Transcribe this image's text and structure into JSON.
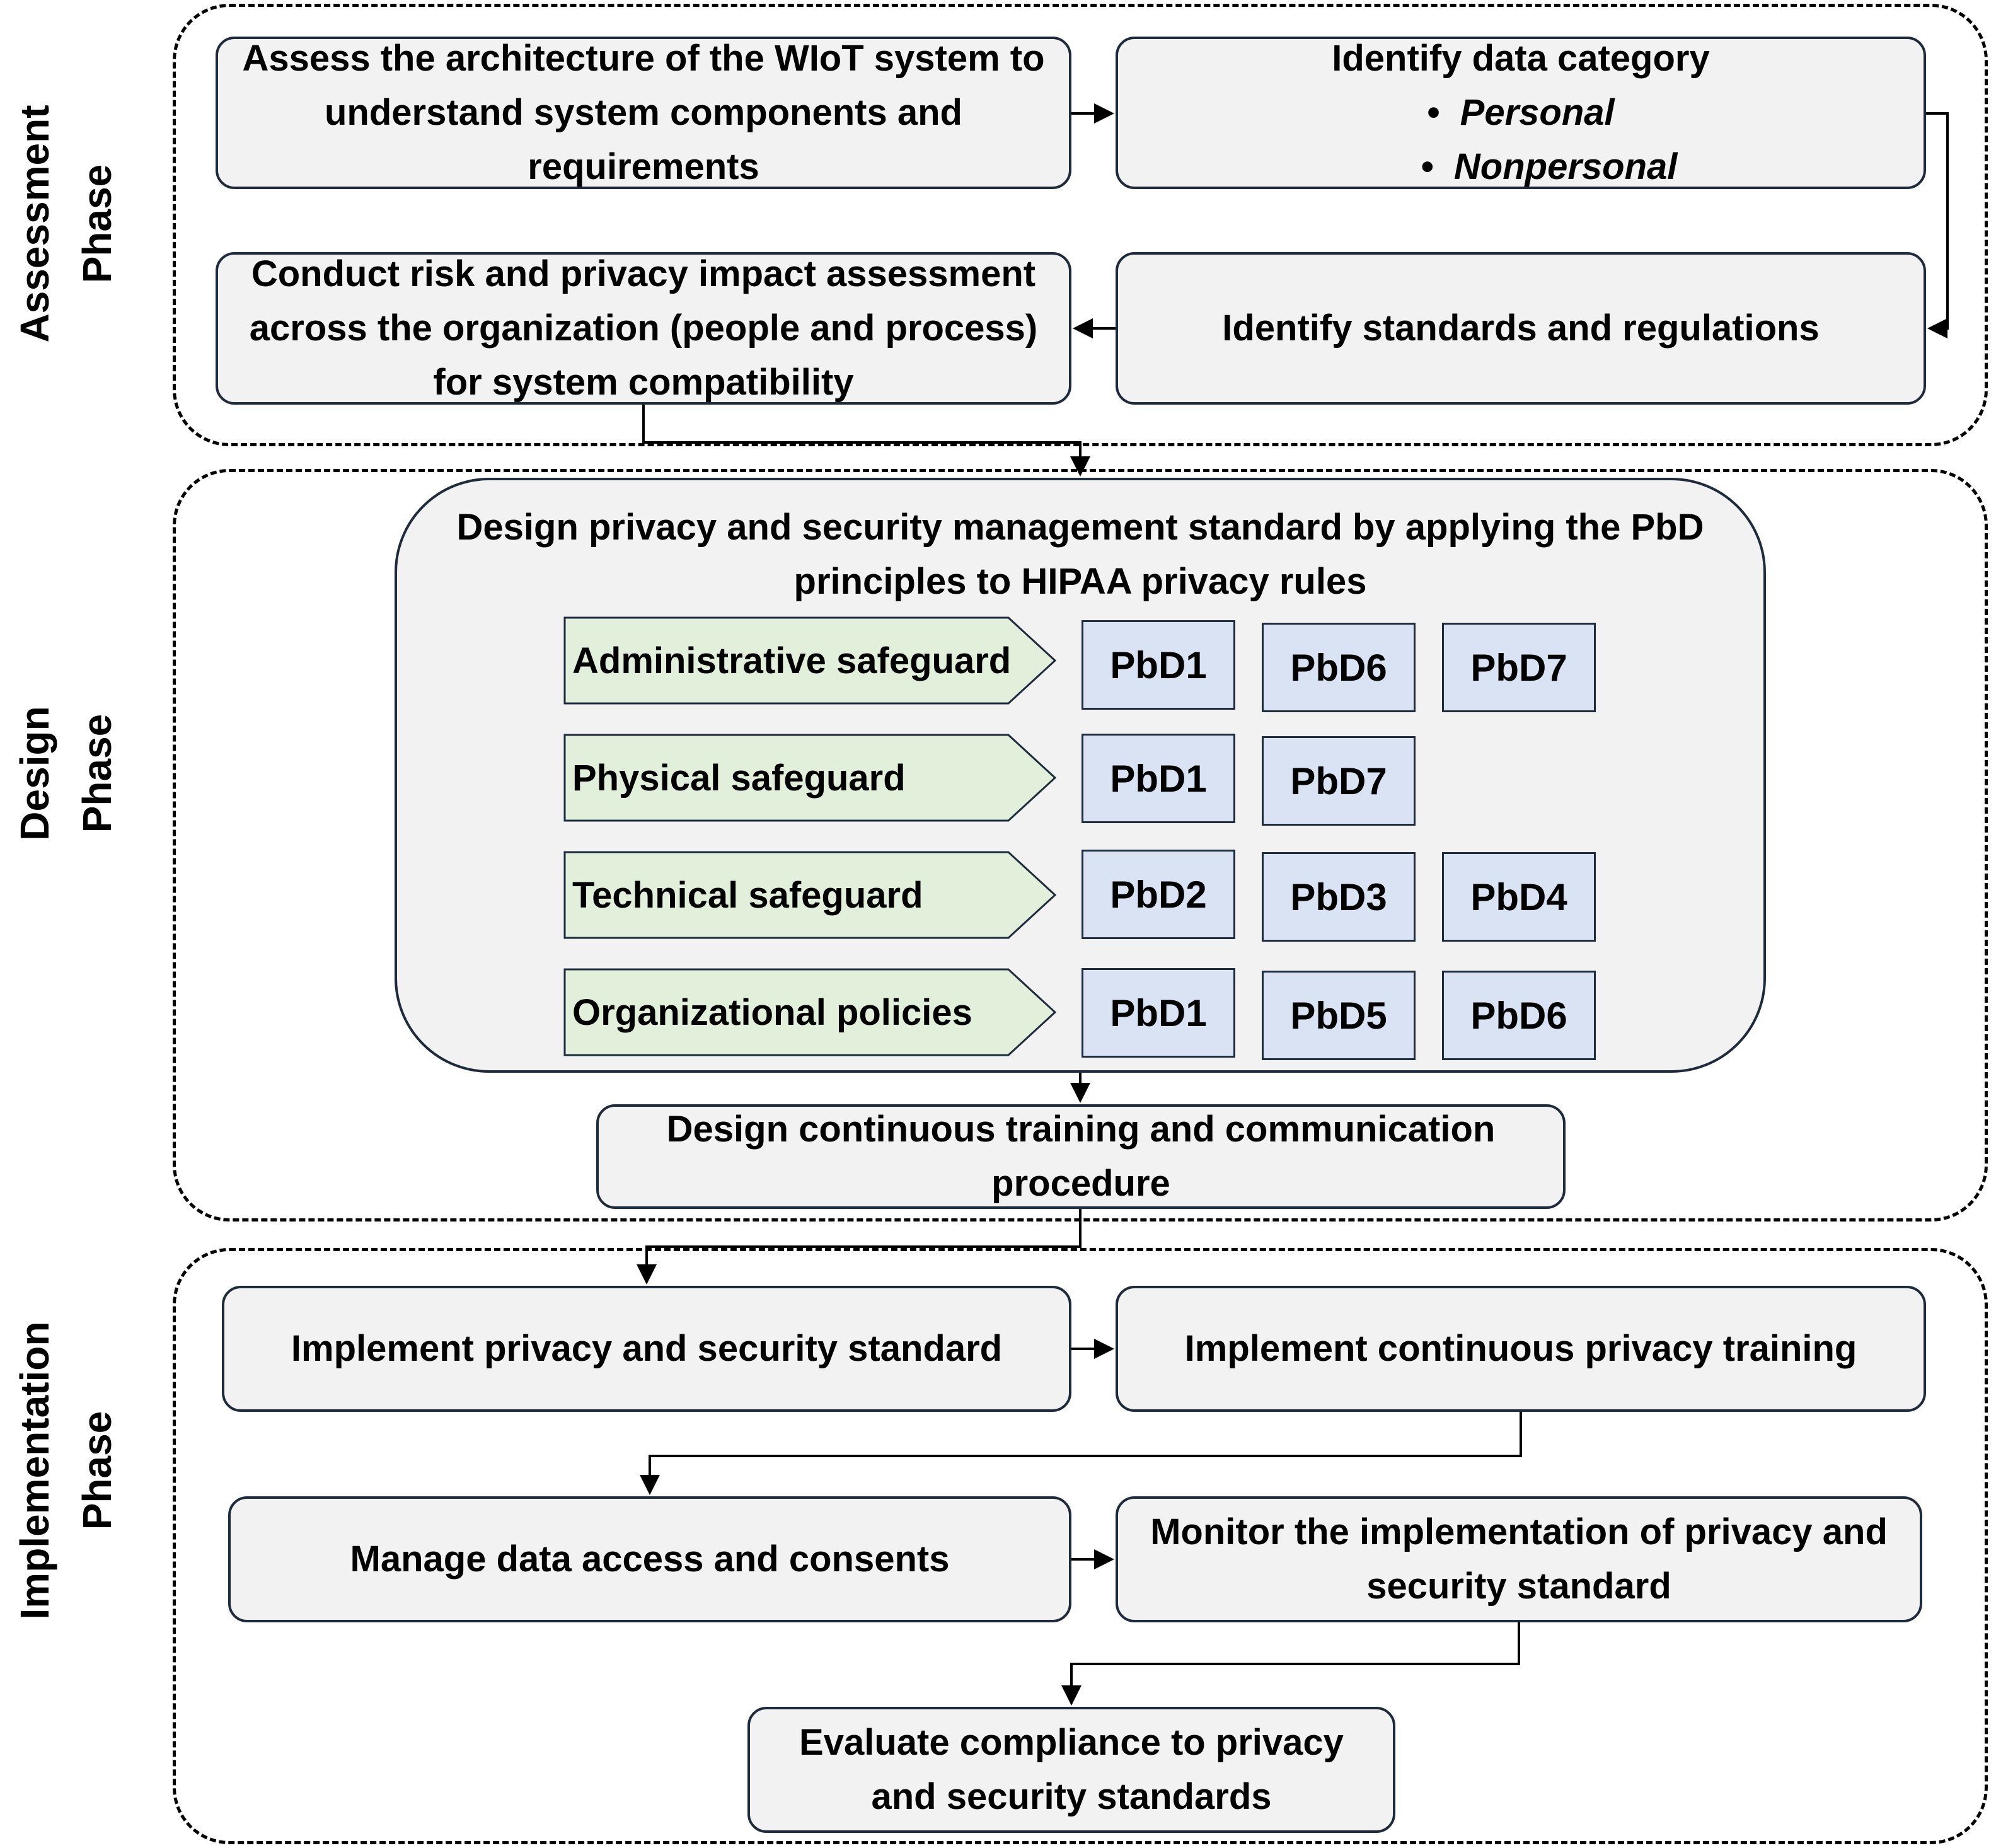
{
  "phases": {
    "assessment": {
      "label_line1": "Assessment",
      "label_line2": "Phase"
    },
    "design": {
      "label_line1": "Design",
      "label_line2": "Phase"
    },
    "implementation": {
      "label_line1": "Implementation",
      "label_line2": "Phase"
    }
  },
  "assessment": {
    "architecture": "Assess the architecture of the WIoT system to understand system components and requirements",
    "data_category": {
      "title": "Identify data category",
      "items": [
        "Personal",
        "Nonpersonal"
      ]
    },
    "risk": "Conduct risk and privacy impact assessment across the organization (people and process) for system compatibility",
    "standards": "Identify standards and regulations"
  },
  "design": {
    "title": "Design privacy and security management standard by applying the PbD principles to HIPAA privacy rules",
    "safeguards": [
      {
        "label": "Administrative safeguard",
        "principles": [
          "PbD1",
          "PbD6",
          "PbD7"
        ]
      },
      {
        "label": "Physical safeguard",
        "principles": [
          "PbD1",
          "PbD7"
        ]
      },
      {
        "label": "Technical safeguard",
        "principles": [
          "PbD2",
          "PbD3",
          "PbD4"
        ]
      },
      {
        "label": "Organizational policies",
        "principles": [
          "PbD1",
          "PbD5",
          "PbD6"
        ]
      }
    ],
    "training": "Design continuous training and communication procedure"
  },
  "implementation": {
    "standard": "Implement privacy and security standard",
    "training": "Implement continuous privacy training",
    "access": "Manage data access and consents",
    "monitor": "Monitor the implementation of privacy and security standard",
    "evaluate": "Evaluate compliance to privacy and security standards"
  },
  "colors": {
    "box_fill": "#f2f2f2",
    "box_border": "#1e2b3c",
    "safeguard_fill": "#e2efda",
    "pbd_fill": "#dae3f3"
  }
}
